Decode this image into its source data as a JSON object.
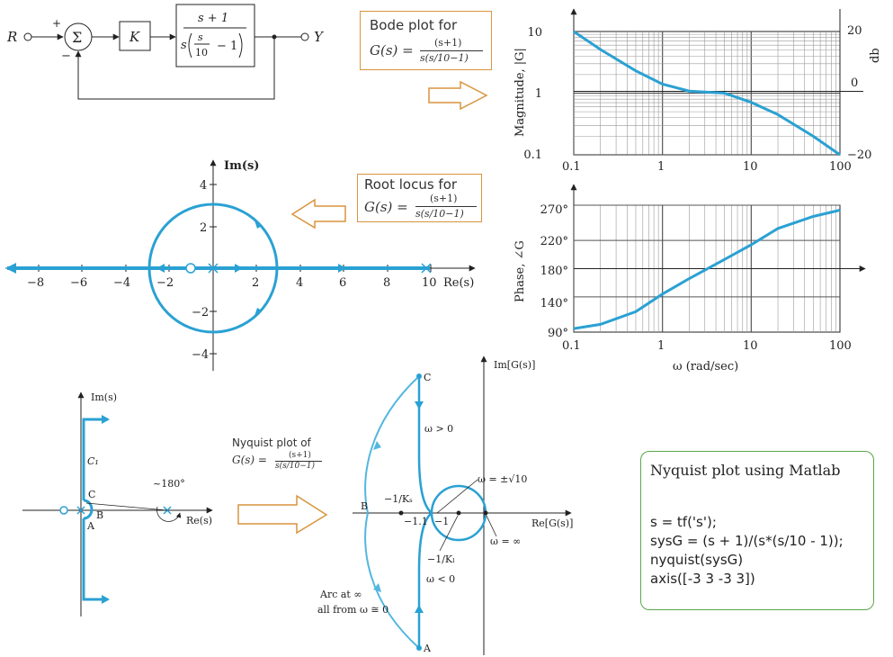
{
  "colors": {
    "curve": "#2aa1d3",
    "curve_light": "#52b7e0",
    "orange": "#d9943f",
    "green": "#5aa84a",
    "ink": "#222222",
    "grid": "#888888"
  },
  "block_diagram": {
    "input": "R",
    "output": "Y",
    "sum_symbol": "Σ",
    "plus": "+",
    "minus": "−",
    "gain": "K",
    "tf_num": "s + 1",
    "tf_den_left": "s",
    "tf_inner_num": "s",
    "tf_inner_den": "10",
    "tf_inner_tail": "− 1"
  },
  "bode_box": {
    "title": "Bode plot for",
    "g_lhs": "G(s) =",
    "g_num": "(s+1)",
    "g_den": "s(s/10−1)"
  },
  "root_box": {
    "title": "Root locus for",
    "g_lhs": "G(s) =",
    "g_num": "(s+1)",
    "g_den": "s(s/10−1)"
  },
  "nyq_box": {
    "title": "Nyquist plot of",
    "g_lhs": "G(s) =",
    "g_num": "(s+1)",
    "g_den": "s(s/10−1)"
  },
  "matlab_box": {
    "title": "Nyquist plot using Matlab",
    "lines": [
      "s = tf('s');",
      "sysG = (s + 1)/(s*(s/10 - 1));",
      "nyquist(sysG)",
      "axis([-3 3 -3 3])"
    ]
  },
  "bode_mag": {
    "ylabel": "Magnitude, |G|",
    "right_label": "db",
    "y_ticks": [
      "10",
      "1",
      "0.1"
    ],
    "db_ticks": [
      "20",
      "0",
      "−20"
    ],
    "x_ticks": [
      "0.1",
      "1",
      "10",
      "100"
    ]
  },
  "bode_phase": {
    "ylabel": "Phase, ∠G",
    "y_ticks": [
      "270°",
      "220°",
      "180°",
      "140°",
      "90°"
    ],
    "x_ticks": [
      "0.1",
      "1",
      "10",
      "100"
    ],
    "xlabel": "ω (rad/sec)"
  },
  "root_locus": {
    "ylabel": "Im(s)",
    "xlabel": "Re(s)",
    "x_ticks": [
      "−8",
      "−6",
      "−4",
      "−2",
      "2",
      "4",
      "6",
      "8",
      "10"
    ],
    "y_ticks": [
      "4",
      "2",
      "−2",
      "−4"
    ]
  },
  "contour": {
    "ylabel": "Im(s)",
    "xlabel": "Re(s)",
    "c1": "C₁",
    "pt_c": "C",
    "pt_b": "B",
    "pt_a": "A",
    "angle": "~180°"
  },
  "nyquist": {
    "ylabel": "Im[G(s)]",
    "xlabel": "Re[G(s)]",
    "pt_c": "C",
    "pt_b": "B",
    "pt_a": "A",
    "w_pos": "ω > 0",
    "w_neg": "ω < 0",
    "w_sqrt": "ω = ±√10",
    "w_inf": "ω = ∞",
    "ks": "−1/Kₛ",
    "kl": "−1/Kₗ",
    "m11": "−1.1",
    "m1": "−1",
    "arc1": "Arc at ∞",
    "arc2": "all from ω ≅ 0"
  },
  "chart_data": [
    {
      "type": "line",
      "title": "",
      "xlabel": "",
      "ylabel": "Magnitude, |G|",
      "xscale": "log",
      "yscale": "log",
      "xlim": [
        0.1,
        100
      ],
      "ylim": [
        0.1,
        10
      ],
      "grid": true,
      "x": [
        0.1,
        0.2,
        0.5,
        1,
        2,
        5,
        10,
        20,
        50,
        100
      ],
      "series": [
        {
          "values": [
            10,
            5.1,
            2.3,
            1.4,
            1.08,
            1.0,
            0.71,
            0.45,
            0.2,
            0.1
          ]
        }
      ]
    },
    {
      "type": "line",
      "title": "",
      "xlabel": "ω (rad/sec)",
      "ylabel": "Phase, ∠G",
      "xscale": "log",
      "xlim": [
        0.1,
        100
      ],
      "ylim": [
        90,
        270
      ],
      "grid": true,
      "x": [
        0.1,
        0.2,
        0.5,
        1,
        2,
        5,
        10,
        20,
        50,
        100
      ],
      "series": [
        {
          "values": [
            95,
            101,
            119,
            144,
            166,
            193,
            214,
            237,
            254,
            263
          ]
        }
      ]
    }
  ]
}
